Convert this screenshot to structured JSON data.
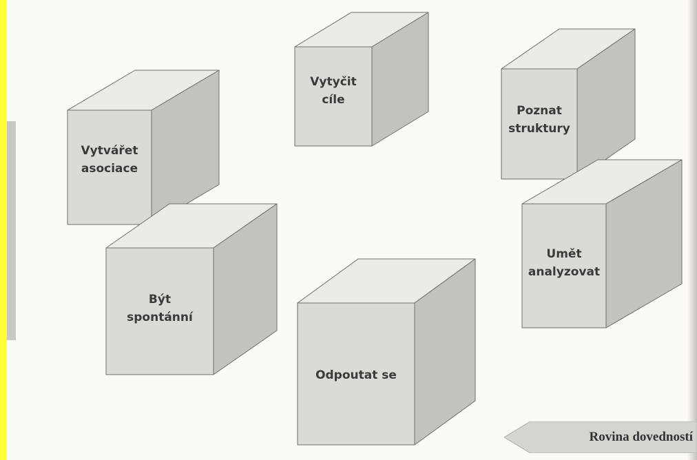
{
  "cubes": [
    {
      "label_lines": [
        "Vytyčit",
        "cíle"
      ]
    },
    {
      "label_lines": [
        "Poznat",
        "struktury"
      ]
    },
    {
      "label_lines": [
        "Vytvářet",
        "asociace"
      ]
    },
    {
      "label_lines": [
        "Umět",
        "analyzovat"
      ]
    },
    {
      "label_lines": [
        "Být",
        "spontánní"
      ]
    },
    {
      "label_lines": [
        "Odpoutat se"
      ]
    }
  ],
  "banner": {
    "text": "Rovina dovedností"
  },
  "colors": {
    "background": "#fbfaf6",
    "left_strip": "#ffff3a",
    "cube_front": "#dcdad4",
    "cube_top": "#ecebe7",
    "cube_side": "#c4c2bc",
    "banner": "#d6d4cf"
  }
}
